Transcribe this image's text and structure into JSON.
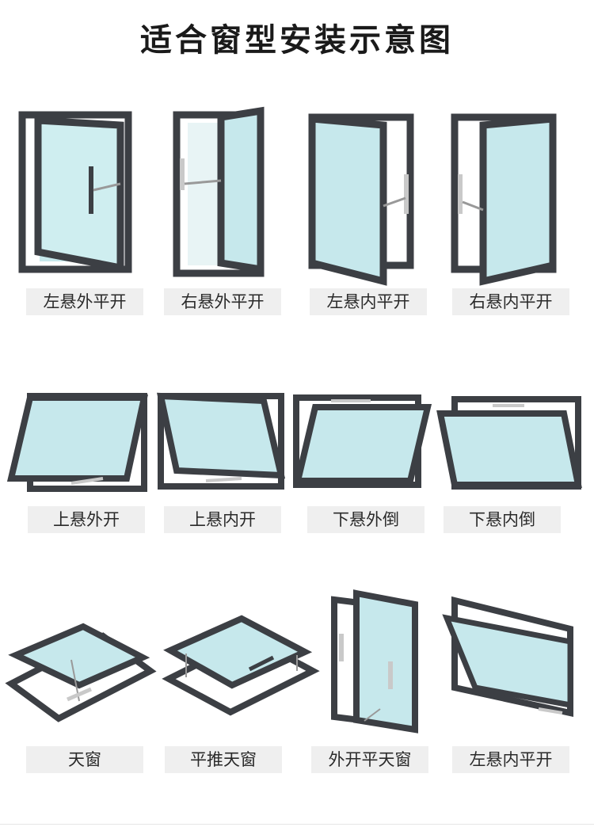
{
  "title": "适合窗型安装示意图",
  "items": [
    {
      "label": "左悬外平开",
      "icon": "left-hung-outward-casement-window"
    },
    {
      "label": "右悬外平开",
      "icon": "right-hung-outward-casement-window"
    },
    {
      "label": "左悬内平开",
      "icon": "left-hung-inward-casement-window"
    },
    {
      "label": "右悬内平开",
      "icon": "right-hung-inward-casement-window"
    },
    {
      "label": "上悬外开",
      "icon": "top-hung-outward-window"
    },
    {
      "label": "上悬内开",
      "icon": "top-hung-inward-window"
    },
    {
      "label": "下悬外倒",
      "icon": "bottom-hung-outward-tilt-window"
    },
    {
      "label": "下悬内倒",
      "icon": "bottom-hung-inward-tilt-window"
    },
    {
      "label": "天窗",
      "icon": "skylight-window"
    },
    {
      "label": "平推天窗",
      "icon": "parallel-push-skylight-window"
    },
    {
      "label": "外开平天窗",
      "icon": "outward-flat-skylight-window"
    },
    {
      "label": "左悬内平开",
      "icon": "left-hung-inward-window-alt"
    }
  ],
  "colors": {
    "frame": "#3c3f44",
    "glass": "#c6e8ec",
    "label_bg": "#efefef",
    "hardware": "#c9c9c9"
  }
}
